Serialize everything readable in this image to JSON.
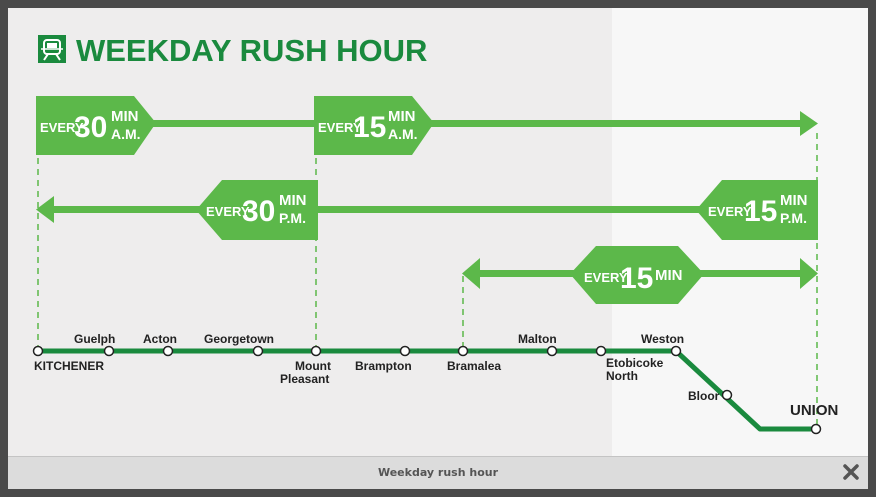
{
  "title": "WEEKDAY RUSH HOUR",
  "caption": "Weekday rush hour",
  "colors": {
    "green_dark": "#1a8a3e",
    "green_light": "#5cb84a",
    "panel_bg": "#efeeee"
  },
  "arrows": {
    "am30": {
      "every": "EVERY",
      "num": "30",
      "unit": "MIN",
      "period": "A.M."
    },
    "am15": {
      "every": "EVERY",
      "num": "15",
      "unit": "MIN",
      "period": "A.M."
    },
    "pm30": {
      "every": "EVERY",
      "num": "30",
      "unit": "MIN",
      "period": "P.M."
    },
    "pm15": {
      "every": "EVERY",
      "num": "15",
      "unit": "MIN",
      "period": "P.M."
    },
    "all15": {
      "every": "EVERY",
      "num": "15",
      "unit": "MIN"
    }
  },
  "stations": {
    "kitchener": "KITCHENER",
    "guelph": "Guelph",
    "acton": "Acton",
    "georgetown": "Georgetown",
    "mount_pleasant_1": "Mount",
    "mount_pleasant_2": "Pleasant",
    "brampton": "Brampton",
    "bramalea": "Bramalea",
    "malton": "Malton",
    "etobicoke_1": "Etobicoke",
    "etobicoke_2": "North",
    "weston": "Weston",
    "bloor": "Bloor",
    "union": "UNION"
  },
  "icons": {
    "train": "train-icon",
    "close": "close-icon"
  }
}
